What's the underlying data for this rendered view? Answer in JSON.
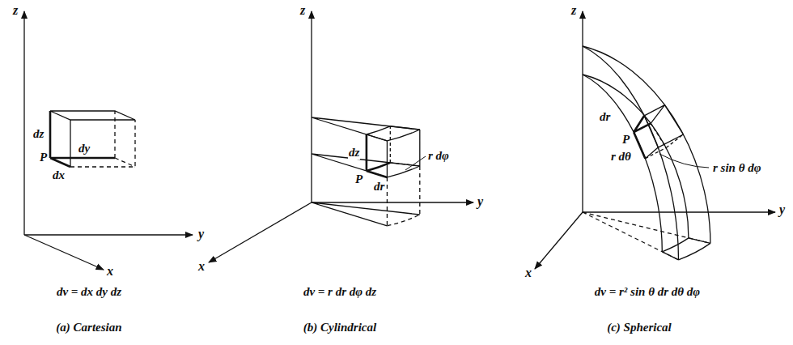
{
  "diagram": {
    "labels": [
      "z",
      "dz",
      "dy",
      "P",
      "dx",
      "y",
      "x",
      "dv = dx dy dz",
      "(a) Cartesian",
      "z",
      "dz",
      "r dφ",
      "P",
      "dr",
      "y",
      "x",
      "dv = r dr dφ dz",
      "(b) Cylindrical",
      "z",
      "dr",
      "P",
      "r dθ",
      "r sin θ dφ",
      "y",
      "x",
      "dv = r² sin θ dr dθ dφ",
      "(c) Spherical"
    ]
  }
}
